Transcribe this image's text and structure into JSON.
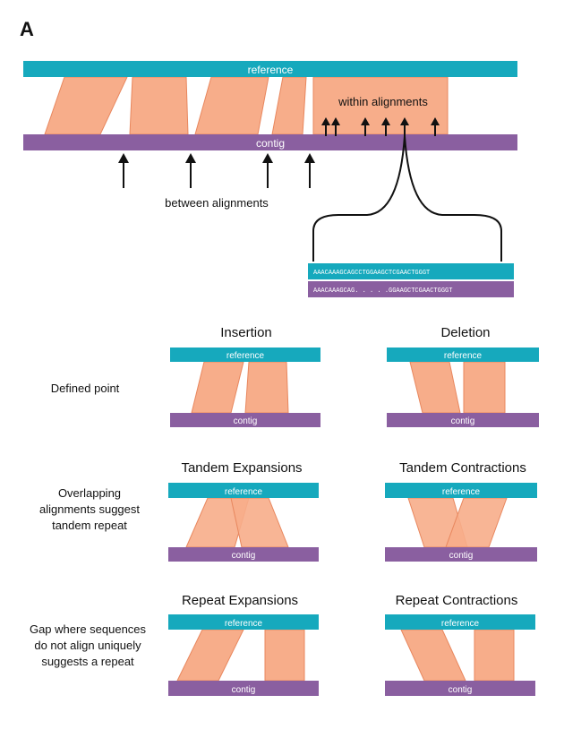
{
  "panel_label": "A",
  "colors": {
    "reference": "#16a9bd",
    "contig": "#8a5fa0",
    "alignment": "#f7ad8a",
    "alignment_stroke": "#e8875e",
    "arrow": "#111111"
  },
  "top": {
    "reference_label": "reference",
    "contig_label": "contig",
    "within_label": "within alignments",
    "between_label": "between alignments",
    "seq_reference": "AAACAAAGCAGCCTGGAAGCTCGAACTGGGT",
    "seq_contig": "AAACAAAGCAG. . . . .GGAAGCTCGAACTGGGT"
  },
  "panels": [
    {
      "id": "insertion",
      "title": "Insertion",
      "reference_label": "reference",
      "contig_label": "contig"
    },
    {
      "id": "deletion",
      "title": "Deletion",
      "reference_label": "reference",
      "contig_label": "contig"
    },
    {
      "id": "tandem-expansions",
      "title": "Tandem Expansions",
      "reference_label": "reference",
      "contig_label": "contig"
    },
    {
      "id": "tandem-contractions",
      "title": "Tandem Contractions",
      "reference_label": "reference",
      "contig_label": "contig"
    },
    {
      "id": "repeat-expansions",
      "title": "Repeat Expansions",
      "reference_label": "reference",
      "contig_label": "contig"
    },
    {
      "id": "repeat-contractions",
      "title": "Repeat Contractions",
      "reference_label": "reference",
      "contig_label": "contig"
    }
  ],
  "row_labels": {
    "defined": [
      "Defined point"
    ],
    "tandem": [
      "Overlapping",
      "alignments suggest",
      "tandem repeat"
    ],
    "repeat": [
      "Gap where sequences",
      "do not align uniquely",
      "suggests a repeat"
    ]
  }
}
